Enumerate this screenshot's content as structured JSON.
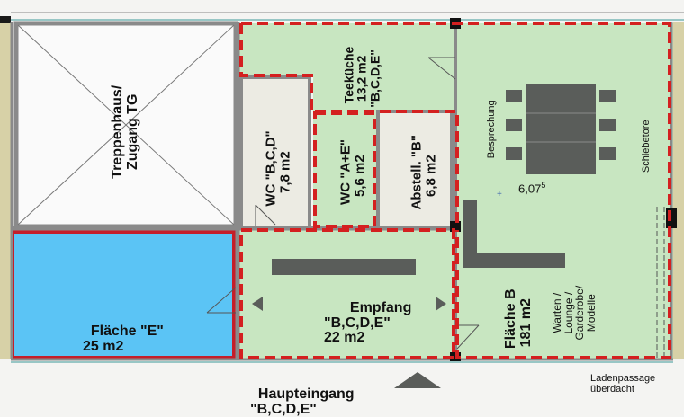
{
  "rooms": {
    "stair": {
      "name": "Treppenhaus/\nZugang TG"
    },
    "wc_bcd": {
      "name": "WC \"B,C,D\"",
      "area": "7,8 m2"
    },
    "wc_ae": {
      "name": "WC \"A+E\"",
      "area": "5,6 m2"
    },
    "abstell": {
      "name": "Abstell. \"B\"",
      "area": "6,8 m2"
    },
    "teekueche": {
      "name": "Teeküche",
      "area": "13,2 m2",
      "users": "\"B,C,D,E\""
    },
    "flaeche_e": {
      "name": "Fläche \"E\"",
      "area": "25 m2"
    },
    "empfang": {
      "name": "Empfang",
      "users": "\"B,C,D,E\"",
      "area": "22 m2"
    },
    "flaeche_b": {
      "name": "Fläche B",
      "area": "181 m2",
      "usage": "Warten /\nLounge /\nGarderobe/\nModelle"
    }
  },
  "annotations": {
    "besprechung": "Besprechung",
    "schiebetore": "Schiebetore",
    "dimension": "6,07",
    "dimension_sup": "5",
    "haupteingang": "Haupteingang",
    "haupteingang_users": "\"B,C,D,E\"",
    "ladenpassage": "Ladenpassage\nüberdacht"
  },
  "colors": {
    "room_green": "#c8e6c1",
    "area_blue": "#5bc4f5",
    "wall_grey": "#8a8a8a",
    "boundary_red": "#d42020",
    "furniture_dark": "#5a5d5a",
    "neutral_room": "#ecebe3"
  }
}
